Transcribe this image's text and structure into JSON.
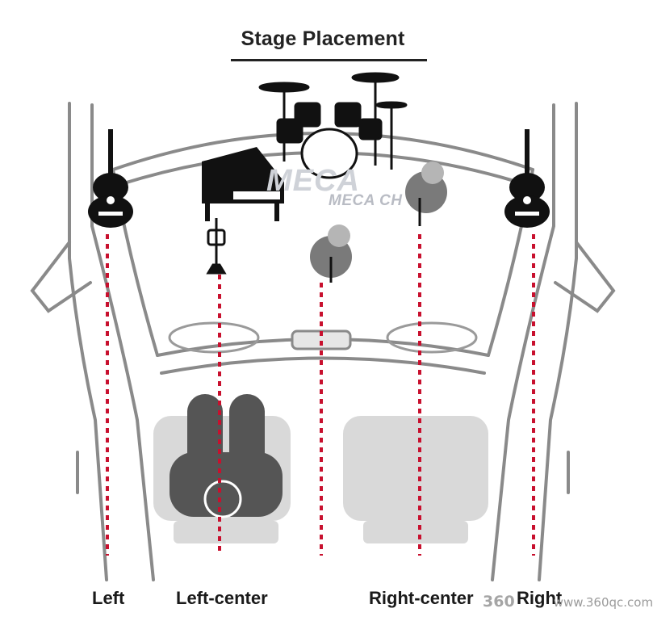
{
  "title": "Stage Placement",
  "watermark": {
    "logo_big": "MECA",
    "logo_small": "MECA CH",
    "site_number": "360",
    "site_url": "www.360qc.com"
  },
  "positions": [
    {
      "label": "Left",
      "instrument": "guitar-icon"
    },
    {
      "label": "Left-center",
      "instrument": "piano-icon"
    },
    {
      "label": "Right-center",
      "instrument": "vocalist-icon"
    },
    {
      "label": "Right",
      "instrument": "guitar-icon"
    }
  ],
  "colors": {
    "line": "#c8102e",
    "car_outline": "#8a8a8a",
    "seat": "#d9d9d9",
    "driver": "#555555",
    "instrument": "#111111",
    "text": "#1a1a1a"
  }
}
